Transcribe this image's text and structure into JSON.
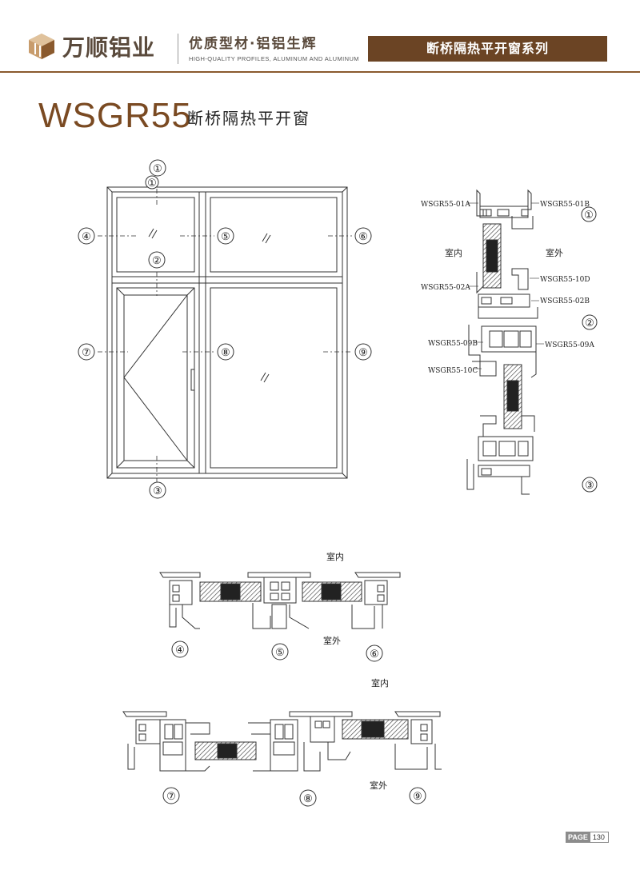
{
  "header": {
    "brand": "万顺铝业",
    "slogan": "优质型材·铝铝生辉",
    "slogan_en": "HIGH-QUALITY PROFILES, ALUMINUM AND ALUMINUM",
    "series": "断桥隔热平开窗系列"
  },
  "title": {
    "model": "WSGR55",
    "subtitle": "断桥隔热平开窗"
  },
  "labels": {
    "indoor": "室内",
    "outdoor": "室外",
    "n1": "①",
    "n2": "②",
    "n3": "③",
    "n4": "④",
    "n5": "⑤",
    "n6": "⑥",
    "n7": "⑦",
    "n8": "⑧",
    "n9": "⑨"
  },
  "parts": {
    "p01a": "WSGR55-01A",
    "p01b": "WSGR55-01B",
    "p02a": "WSGR55-02A",
    "p10d": "WSGR55-10D",
    "p02b": "WSGR55-02B",
    "p09b": "WSGR55-09B",
    "p09a": "WSGR55-09A",
    "p10c": "WSGR55-10C"
  },
  "footer": {
    "page_label": "PAGE",
    "page_number": "130"
  },
  "colors": {
    "brand_brown": "#6b4424",
    "title_brown": "#7a4a22"
  }
}
